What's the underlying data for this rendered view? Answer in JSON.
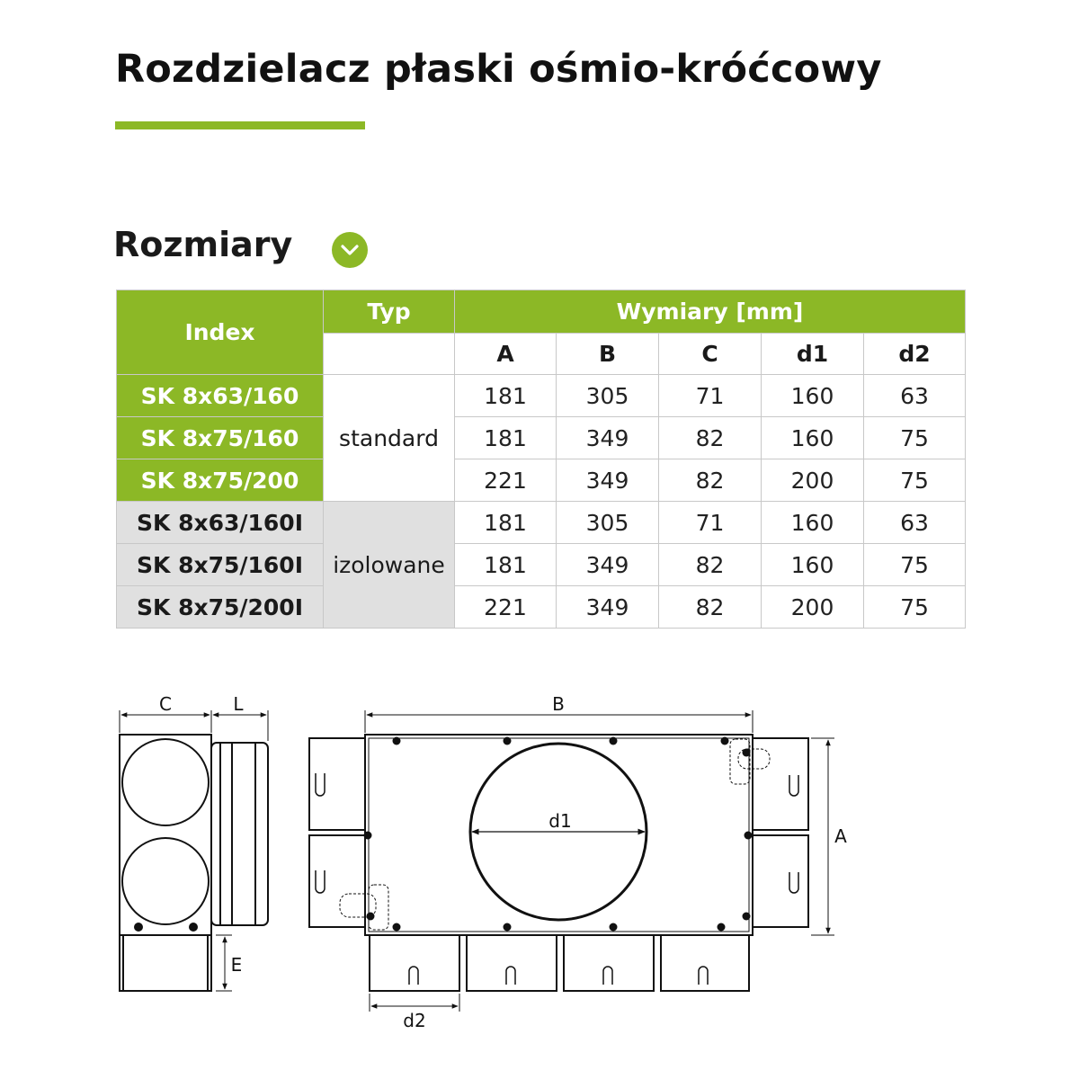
{
  "page": {
    "title": "Rozdzielacz płaski ośmio-króćcowy",
    "section_title": "Rozmiary",
    "accent_color": "#8cb826",
    "section_icon": "chevron-down-icon"
  },
  "table": {
    "header_index": "Index",
    "header_typ": "Typ",
    "header_wymiary": "Wymiary [mm]",
    "columns": [
      "A",
      "B",
      "C",
      "d1",
      "d2"
    ],
    "groups": [
      {
        "typ": "standard",
        "rows": [
          {
            "index": "SK 8x63/160",
            "values": [
              "181",
              "305",
              "71",
              "160",
              "63"
            ]
          },
          {
            "index": "SK 8x75/160",
            "values": [
              "181",
              "349",
              "82",
              "160",
              "75"
            ]
          },
          {
            "index": "SK 8x75/200",
            "values": [
              "221",
              "349",
              "82",
              "200",
              "75"
            ]
          }
        ]
      },
      {
        "typ": "izolowane",
        "rows": [
          {
            "index": "SK 8x63/160I",
            "values": [
              "181",
              "305",
              "71",
              "160",
              "63"
            ]
          },
          {
            "index": "SK 8x75/160I",
            "values": [
              "181",
              "349",
              "82",
              "160",
              "75"
            ]
          },
          {
            "index": "SK 8x75/200I",
            "values": [
              "221",
              "349",
              "82",
              "200",
              "75"
            ]
          }
        ]
      }
    ]
  },
  "drawing": {
    "labels": {
      "C": "C",
      "L": "L",
      "E": "E",
      "B": "B",
      "A": "A",
      "d1": "d1",
      "d2": "d2"
    }
  }
}
